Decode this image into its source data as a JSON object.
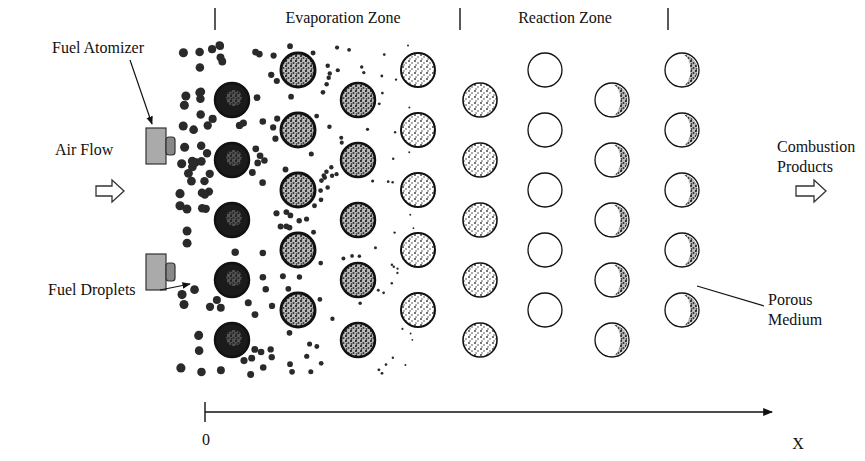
{
  "diagram": {
    "labels": [
      "Evaporation Zone",
      "Reaction Zone",
      "Fuel Atomizer",
      "Air Flow",
      "Combustion Products",
      "Fuel Droplets",
      "Porous Medium",
      "0",
      "X"
    ]
  }
}
